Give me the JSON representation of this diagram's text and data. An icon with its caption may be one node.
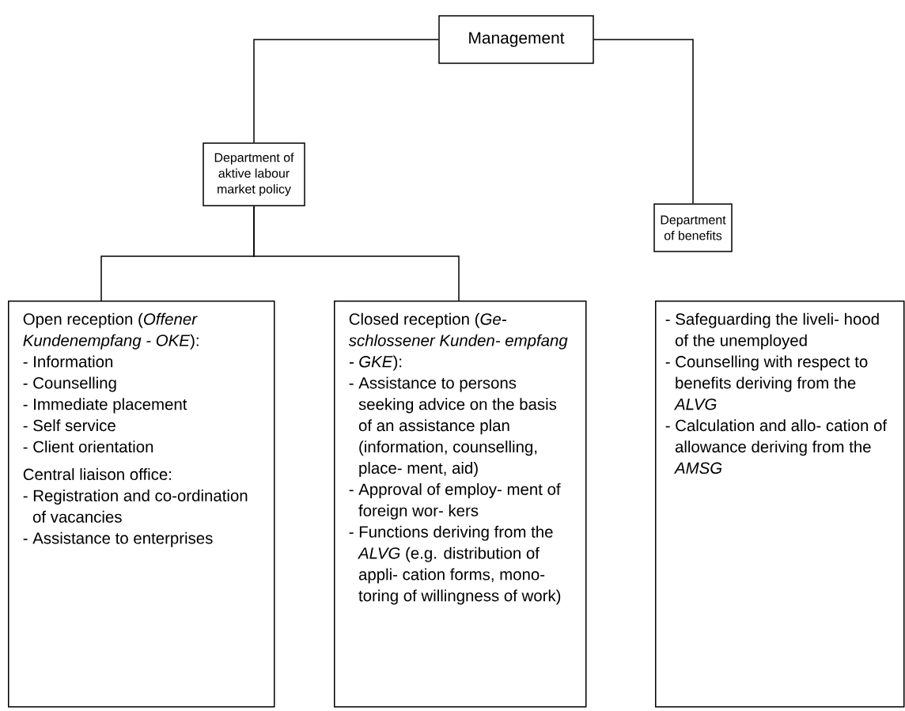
{
  "diagram": {
    "nodes": [
      {
        "text": [
          "Management"
        ]
      },
      {
        "text": [
          "Department of aktive labour market policy"
        ]
      },
      {
        "text": [
          "Department of benefits"
        ]
      },
      {
        "text": [
          "Open reception (*Offener Kundenempfang - OKE*):",
          "- Information",
          "- Counselling",
          "- Immediate placement",
          "- Self service",
          "- Client orientation",
          "Central liaison office:",
          "- Registration and co-ordination of vacancies",
          "- Assistance to enterprises"
        ]
      },
      {
        "text": [
          "Closed reception (*Ge- schlossener Kunden- empfang - GKE*):",
          "- Assistance to persons seeking advice on the basis of an assistance plan (information, counselling, place- ment, aid)",
          "- Approval of employ- ment of foreign wor- kers",
          "- Functions deriving from the *ALVG* (e.g. distribution of appli- cation forms, mono- toring of willingness of work)"
        ]
      },
      {
        "text": [
          "- Safeguarding the liveli- hood of the unemployed",
          "- Counselling with respect to benefits deriving from the *ALVG*",
          "- Calculation and allo- cation of allowance deriving from the *AMSG*"
        ]
      }
    ],
    "edges": [
      {
        "from": 0,
        "to": 1,
        "arrow": "none"
      },
      {
        "from": 0,
        "to": 2,
        "arrow": "none"
      },
      {
        "from": 1,
        "to": 3,
        "arrow": "none"
      },
      {
        "from": 1,
        "to": 4,
        "arrow": "none"
      }
    ]
  }
}
